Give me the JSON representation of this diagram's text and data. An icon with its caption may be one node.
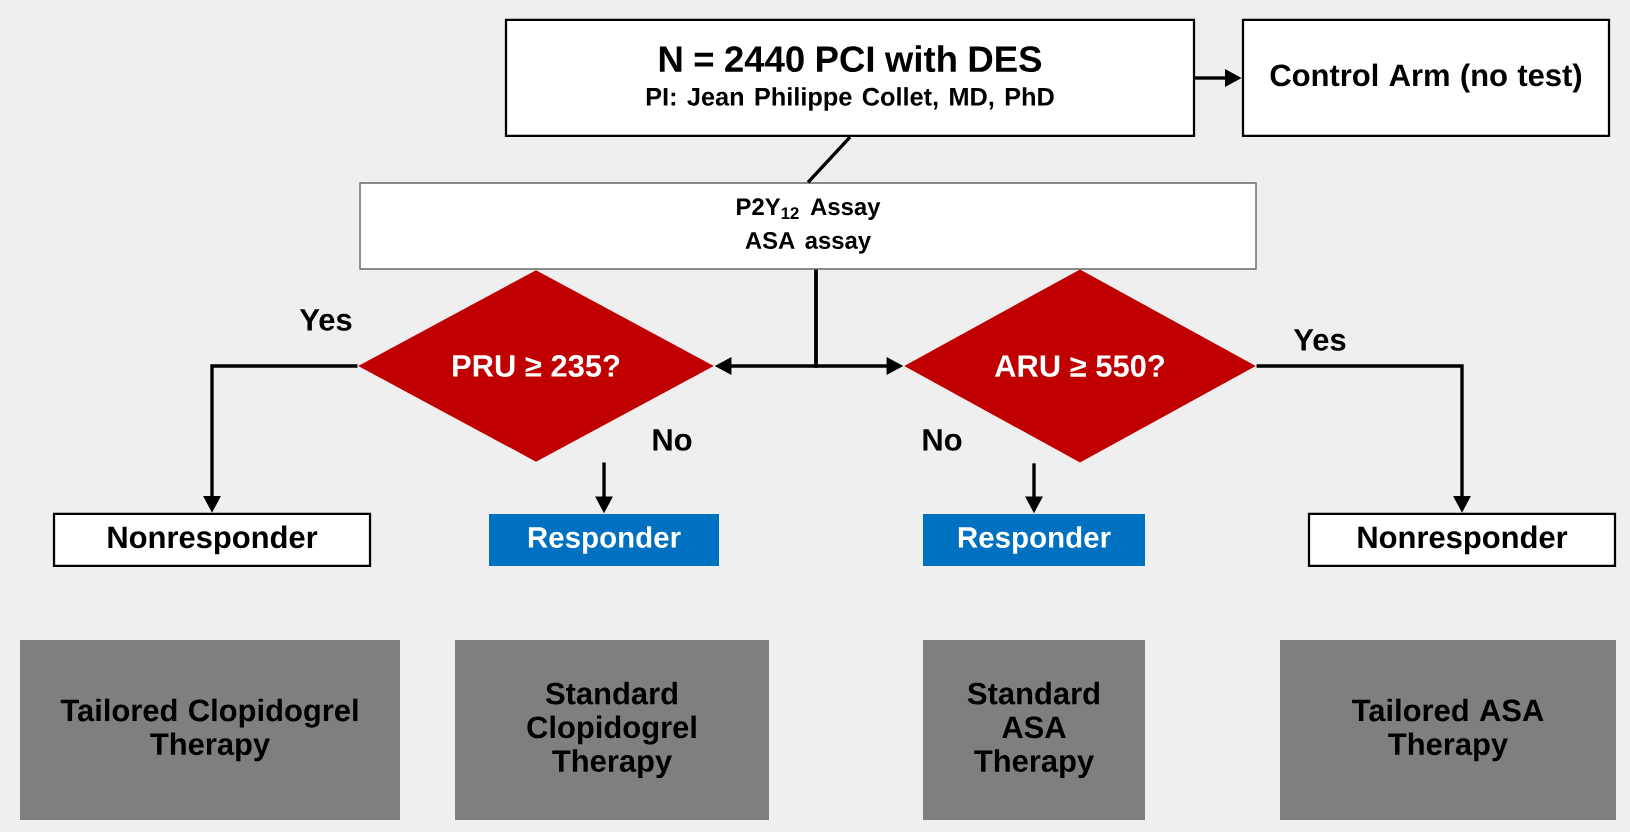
{
  "diagram": {
    "nodes": [
      {
        "text": [
          "N = 2440 PCI with DES",
          "PI: Jean Philippe Collet, MD, PhD"
        ]
      },
      {
        "text": [
          "Control Arm (no test)"
        ]
      },
      {
        "text": [
          "P2Y$_{12}$ Assay",
          "ASA assay"
        ]
      },
      {
        "text": [
          "PRU ≥ 235?"
        ]
      },
      {
        "text": [
          "ARU ≥ 550?"
        ]
      },
      {
        "text": [
          "Nonresponder"
        ]
      },
      {
        "text": [
          "Responder"
        ]
      },
      {
        "text": [
          "Responder"
        ]
      },
      {
        "text": [
          "Nonresponder"
        ]
      },
      {
        "text": [
          "Tailored Clopidogrel Therapy"
        ]
      },
      {
        "text": [
          "Standard Clopidogrel Therapy"
        ]
      },
      {
        "text": [
          "Standard ASA Therapy"
        ]
      },
      {
        "text": [
          "Tailored ASA Therapy"
        ]
      }
    ],
    "edges": [
      {
        "from": 0,
        "to": 1,
        "arrow": "to"
      },
      {
        "from": 0,
        "to": 2,
        "arrow": "none"
      },
      {
        "from": 2,
        "to": 3,
        "arrow": "to"
      },
      {
        "from": 2,
        "to": 4,
        "arrow": "to"
      },
      {
        "from": 3,
        "to": 5,
        "arrow": "to",
        "label": "Yes"
      },
      {
        "from": 3,
        "to": 6,
        "arrow": "to",
        "label": "No"
      },
      {
        "from": 4,
        "to": 7,
        "arrow": "to",
        "label": "No"
      },
      {
        "from": 4,
        "to": 8,
        "arrow": "to",
        "label": "Yes"
      }
    ]
  }
}
